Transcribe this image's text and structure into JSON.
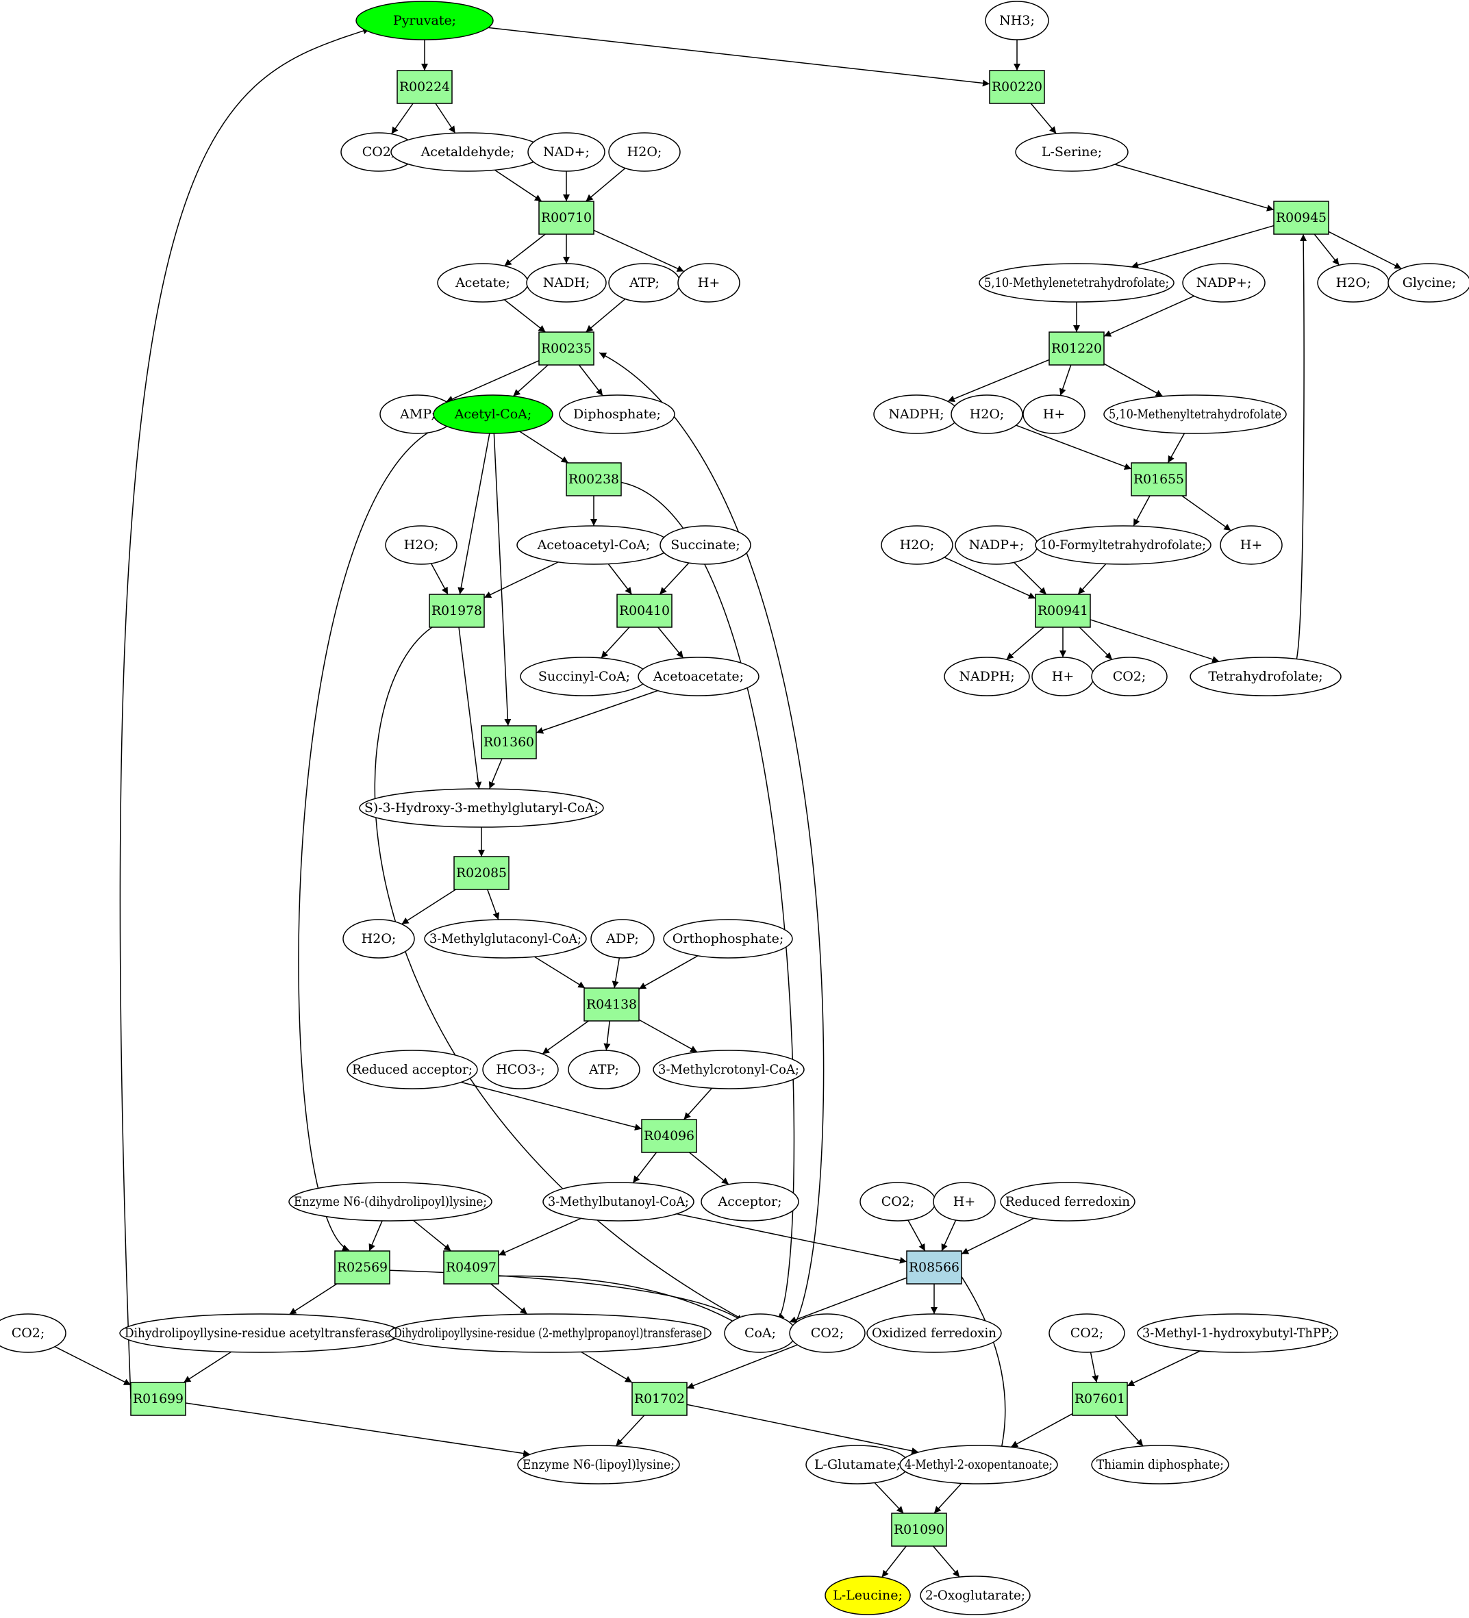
{
  "colors": {
    "reaction": "#98fb98",
    "reaction_highlight": "#add8e6",
    "compound": "#ffffff",
    "compound_source": "#00ff00",
    "compound_target": "#ffff00",
    "stroke": "#000000"
  },
  "nodes": [
    {
      "id": "pyruvate",
      "label": "Pyruvate;",
      "kind": "compound",
      "role": "source"
    },
    {
      "id": "nh3",
      "label": "NH3;",
      "kind": "compound"
    },
    {
      "id": "r00224",
      "label": "R00224",
      "kind": "reaction"
    },
    {
      "id": "r00220",
      "label": "R00220",
      "kind": "reaction"
    },
    {
      "id": "co2_1",
      "label": "CO2;",
      "kind": "compound"
    },
    {
      "id": "acetaldehyde",
      "label": "Acetaldehyde;",
      "kind": "compound"
    },
    {
      "id": "nadplus_1",
      "label": "NAD+;",
      "kind": "compound"
    },
    {
      "id": "h2o_1",
      "label": "H2O;",
      "kind": "compound"
    },
    {
      "id": "lserine",
      "label": "L-Serine;",
      "kind": "compound"
    },
    {
      "id": "r00710",
      "label": "R00710",
      "kind": "reaction"
    },
    {
      "id": "r00945",
      "label": "R00945",
      "kind": "reaction"
    },
    {
      "id": "acetate",
      "label": "Acetate;",
      "kind": "compound"
    },
    {
      "id": "nadh",
      "label": "NADH;",
      "kind": "compound"
    },
    {
      "id": "atp_1",
      "label": "ATP;",
      "kind": "compound"
    },
    {
      "id": "hplus_1",
      "label": "H+",
      "kind": "compound"
    },
    {
      "id": "methylenethf",
      "label": "5,10-Methylenetetrahydrofolate;",
      "kind": "compound"
    },
    {
      "id": "nadpplus_1",
      "label": "NADP+;",
      "kind": "compound"
    },
    {
      "id": "h2o_2",
      "label": "H2O;",
      "kind": "compound"
    },
    {
      "id": "glycine",
      "label": "Glycine;",
      "kind": "compound"
    },
    {
      "id": "r00235",
      "label": "R00235",
      "kind": "reaction"
    },
    {
      "id": "r01220",
      "label": "R01220",
      "kind": "reaction"
    },
    {
      "id": "amp",
      "label": "AMP;",
      "kind": "compound"
    },
    {
      "id": "acetylcoa",
      "label": "Acetyl-CoA;",
      "kind": "compound",
      "role": "source"
    },
    {
      "id": "diphosphate",
      "label": "Diphosphate;",
      "kind": "compound"
    },
    {
      "id": "nadph_1",
      "label": "NADPH;",
      "kind": "compound"
    },
    {
      "id": "h2o_3",
      "label": "H2O;",
      "kind": "compound"
    },
    {
      "id": "hplus_2",
      "label": "H+",
      "kind": "compound"
    },
    {
      "id": "methenylthf",
      "label": "5,10-Methenyltetrahydrofolate",
      "kind": "compound"
    },
    {
      "id": "r00238",
      "label": "R00238",
      "kind": "reaction"
    },
    {
      "id": "r01655",
      "label": "R01655",
      "kind": "reaction"
    },
    {
      "id": "h2o_4",
      "label": "H2O;",
      "kind": "compound"
    },
    {
      "id": "acetoacetylcoa",
      "label": "Acetoacetyl-CoA;",
      "kind": "compound"
    },
    {
      "id": "succinate",
      "label": "Succinate;",
      "kind": "compound"
    },
    {
      "id": "h2o_5",
      "label": "H2O;",
      "kind": "compound"
    },
    {
      "id": "nadpplus_2",
      "label": "NADP+;",
      "kind": "compound"
    },
    {
      "id": "formylthf",
      "label": "10-Formyltetrahydrofolate;",
      "kind": "compound"
    },
    {
      "id": "hplus_3",
      "label": "H+",
      "kind": "compound"
    },
    {
      "id": "r01978",
      "label": "R01978",
      "kind": "reaction"
    },
    {
      "id": "r00410",
      "label": "R00410",
      "kind": "reaction"
    },
    {
      "id": "r00941",
      "label": "R00941",
      "kind": "reaction"
    },
    {
      "id": "succinylcoa",
      "label": "Succinyl-CoA;",
      "kind": "compound"
    },
    {
      "id": "acetoacetate",
      "label": "Acetoacetate;",
      "kind": "compound"
    },
    {
      "id": "nadph_2",
      "label": "NADPH;",
      "kind": "compound"
    },
    {
      "id": "hplus_4",
      "label": "H+",
      "kind": "compound"
    },
    {
      "id": "co2_2",
      "label": "CO2;",
      "kind": "compound"
    },
    {
      "id": "thf",
      "label": "Tetrahydrofolate;",
      "kind": "compound"
    },
    {
      "id": "r01360",
      "label": "R01360",
      "kind": "reaction"
    },
    {
      "id": "hmgcoa",
      "label": "S)-3-Hydroxy-3-methylglutaryl-CoA;",
      "kind": "compound"
    },
    {
      "id": "r02085",
      "label": "R02085",
      "kind": "reaction"
    },
    {
      "id": "h2o_6",
      "label": "H2O;",
      "kind": "compound"
    },
    {
      "id": "mglutaconylcoa",
      "label": "3-Methylglutaconyl-CoA;",
      "kind": "compound"
    },
    {
      "id": "adp",
      "label": "ADP;",
      "kind": "compound"
    },
    {
      "id": "orthophosphate",
      "label": "Orthophosphate;",
      "kind": "compound"
    },
    {
      "id": "r04138",
      "label": "R04138",
      "kind": "reaction"
    },
    {
      "id": "redacceptor",
      "label": "Reduced acceptor;",
      "kind": "compound"
    },
    {
      "id": "hco3",
      "label": "HCO3-;",
      "kind": "compound"
    },
    {
      "id": "atp_2",
      "label": "ATP;",
      "kind": "compound"
    },
    {
      "id": "mcrotonylcoa",
      "label": "3-Methylcrotonyl-CoA;",
      "kind": "compound"
    },
    {
      "id": "r04096",
      "label": "R04096",
      "kind": "reaction"
    },
    {
      "id": "enzdihydrolipoyl",
      "label": "Enzyme N6-(dihydrolipoyl)lysine;",
      "kind": "compound"
    },
    {
      "id": "mbutanoylcoa",
      "label": "3-Methylbutanoyl-CoA;",
      "kind": "compound"
    },
    {
      "id": "acceptor",
      "label": "Acceptor;",
      "kind": "compound"
    },
    {
      "id": "co2_3",
      "label": "CO2;",
      "kind": "compound"
    },
    {
      "id": "hplus_5",
      "label": "H+",
      "kind": "compound"
    },
    {
      "id": "redferredoxin",
      "label": "Reduced ferredoxin",
      "kind": "compound"
    },
    {
      "id": "r02569",
      "label": "R02569",
      "kind": "reaction"
    },
    {
      "id": "r04097",
      "label": "R04097",
      "kind": "reaction"
    },
    {
      "id": "r08566",
      "label": "R08566",
      "kind": "reaction",
      "role": "highlight"
    },
    {
      "id": "co2_4",
      "label": "CO2;",
      "kind": "compound"
    },
    {
      "id": "dlacetyltrans",
      "label": "Dihydrolipoyllysine-residue acetyltransferase]",
      "kind": "compound"
    },
    {
      "id": "dlmethyltrans",
      "label": "Dihydrolipoyllysine-residue (2-methylpropanoyl)transferase]",
      "kind": "compound"
    },
    {
      "id": "coa",
      "label": "CoA;",
      "kind": "compound"
    },
    {
      "id": "co2_5",
      "label": "CO2;",
      "kind": "compound"
    },
    {
      "id": "oxferredoxin",
      "label": "Oxidized ferredoxin",
      "kind": "compound"
    },
    {
      "id": "co2_6",
      "label": "CO2;",
      "kind": "compound"
    },
    {
      "id": "mhbthpp",
      "label": "3-Methyl-1-hydroxybutyl-ThPP;",
      "kind": "compound"
    },
    {
      "id": "r01699",
      "label": "R01699",
      "kind": "reaction"
    },
    {
      "id": "r01702",
      "label": "R01702",
      "kind": "reaction"
    },
    {
      "id": "r07601",
      "label": "R07601",
      "kind": "reaction"
    },
    {
      "id": "enzlipoyl",
      "label": "Enzyme N6-(lipoyl)lysine;",
      "kind": "compound"
    },
    {
      "id": "lglutamate",
      "label": "L-Glutamate;",
      "kind": "compound"
    },
    {
      "id": "moxopentanoate",
      "label": "4-Methyl-2-oxopentanoate;",
      "kind": "compound"
    },
    {
      "id": "thiamindp",
      "label": "Thiamin diphosphate;",
      "kind": "compound"
    },
    {
      "id": "r01090",
      "label": "R01090",
      "kind": "reaction"
    },
    {
      "id": "lleucine",
      "label": "L-Leucine;",
      "kind": "compound",
      "role": "target"
    },
    {
      "id": "oxoglutarate",
      "label": "2-Oxoglutarate;",
      "kind": "compound"
    }
  ],
  "edges": [
    [
      "pyruvate",
      "r00224"
    ],
    [
      "pyruvate",
      "r00220"
    ],
    [
      "nh3",
      "r00220"
    ],
    [
      "r00224",
      "co2_1"
    ],
    [
      "r00224",
      "acetaldehyde"
    ],
    [
      "r00220",
      "lserine"
    ],
    [
      "acetaldehyde",
      "r00710"
    ],
    [
      "nadplus_1",
      "r00710"
    ],
    [
      "h2o_1",
      "r00710"
    ],
    [
      "lserine",
      "r00945"
    ],
    [
      "r00710",
      "acetate"
    ],
    [
      "r00710",
      "nadh"
    ],
    [
      "r00710",
      "hplus_1"
    ],
    [
      "r00945",
      "methylenethf"
    ],
    [
      "r00945",
      "h2o_2"
    ],
    [
      "r00945",
      "glycine"
    ],
    [
      "acetate",
      "r00235"
    ],
    [
      "atp_1",
      "r00235"
    ],
    [
      "methylenethf",
      "r01220"
    ],
    [
      "nadpplus_1",
      "r01220"
    ],
    [
      "r00235",
      "amp"
    ],
    [
      "r00235",
      "acetylcoa"
    ],
    [
      "r00235",
      "diphosphate"
    ],
    [
      "r01220",
      "nadph_1"
    ],
    [
      "r01220",
      "hplus_2"
    ],
    [
      "r01220",
      "methenylthf"
    ],
    [
      "acetylcoa",
      "r00238"
    ],
    [
      "acetylcoa",
      "r01978"
    ],
    [
      "acetylcoa",
      "r01360"
    ],
    [
      "acetylcoa",
      "r02569"
    ],
    [
      "h2o_3",
      "r01655"
    ],
    [
      "methenylthf",
      "r01655"
    ],
    [
      "r00238",
      "acetoacetylcoa"
    ],
    [
      "r00238",
      "coa"
    ],
    [
      "r01655",
      "formylthf"
    ],
    [
      "r01655",
      "hplus_3"
    ],
    [
      "h2o_4",
      "r01978"
    ],
    [
      "acetoacetylcoa",
      "r01978"
    ],
    [
      "acetoacetylcoa",
      "r00410"
    ],
    [
      "succinate",
      "r00410"
    ],
    [
      "h2o_5",
      "r00941"
    ],
    [
      "nadpplus_2",
      "r00941"
    ],
    [
      "formylthf",
      "r00941"
    ],
    [
      "r00410",
      "succinylcoa"
    ],
    [
      "r00410",
      "acetoacetate"
    ],
    [
      "r00941",
      "nadph_2"
    ],
    [
      "r00941",
      "hplus_4"
    ],
    [
      "r00941",
      "co2_2"
    ],
    [
      "r00941",
      "thf"
    ],
    [
      "thf",
      "r00945"
    ],
    [
      "acetoacetate",
      "r01360"
    ],
    [
      "r01978",
      "hmgcoa"
    ],
    [
      "r01978",
      "coa"
    ],
    [
      "r01360",
      "hmgcoa"
    ],
    [
      "hmgcoa",
      "r02085"
    ],
    [
      "r02085",
      "h2o_6"
    ],
    [
      "r02085",
      "mglutaconylcoa"
    ],
    [
      "mglutaconylcoa",
      "r04138"
    ],
    [
      "adp",
      "r04138"
    ],
    [
      "orthophosphate",
      "r04138"
    ],
    [
      "r04138",
      "hco3"
    ],
    [
      "r04138",
      "atp_2"
    ],
    [
      "r04138",
      "mcrotonylcoa"
    ],
    [
      "redacceptor",
      "r04096"
    ],
    [
      "mcrotonylcoa",
      "r04096"
    ],
    [
      "r04096",
      "mbutanoylcoa"
    ],
    [
      "r04096",
      "acceptor"
    ],
    [
      "enzdihydrolipoyl",
      "r02569"
    ],
    [
      "enzdihydrolipoyl",
      "r04097"
    ],
    [
      "mbutanoylcoa",
      "r04097"
    ],
    [
      "mbutanoylcoa",
      "r08566"
    ],
    [
      "co2_3",
      "r08566"
    ],
    [
      "hplus_5",
      "r08566"
    ],
    [
      "redferredoxin",
      "r08566"
    ],
    [
      "r02569",
      "dlacetyltrans"
    ],
    [
      "r02569",
      "coa"
    ],
    [
      "r04097",
      "dlmethyltrans"
    ],
    [
      "r04097",
      "coa"
    ],
    [
      "r08566",
      "coa"
    ],
    [
      "r08566",
      "oxferredoxin"
    ],
    [
      "r08566",
      "moxopentanoate"
    ],
    [
      "coa",
      "r00235"
    ],
    [
      "co2_4",
      "r01699"
    ],
    [
      "dlacetyltrans",
      "r01699"
    ],
    [
      "dlmethyltrans",
      "r01702"
    ],
    [
      "co2_5",
      "r01702"
    ],
    [
      "co2_6",
      "r07601"
    ],
    [
      "mhbthpp",
      "r07601"
    ],
    [
      "r01699",
      "pyruvate"
    ],
    [
      "r01699",
      "enzlipoyl"
    ],
    [
      "r01702",
      "enzlipoyl"
    ],
    [
      "r01702",
      "moxopentanoate"
    ],
    [
      "r07601",
      "moxopentanoate"
    ],
    [
      "r07601",
      "thiamindp"
    ],
    [
      "lglutamate",
      "r01090"
    ],
    [
      "moxopentanoate",
      "r01090"
    ],
    [
      "r01090",
      "lleucine"
    ],
    [
      "r01090",
      "oxoglutarate"
    ]
  ]
}
